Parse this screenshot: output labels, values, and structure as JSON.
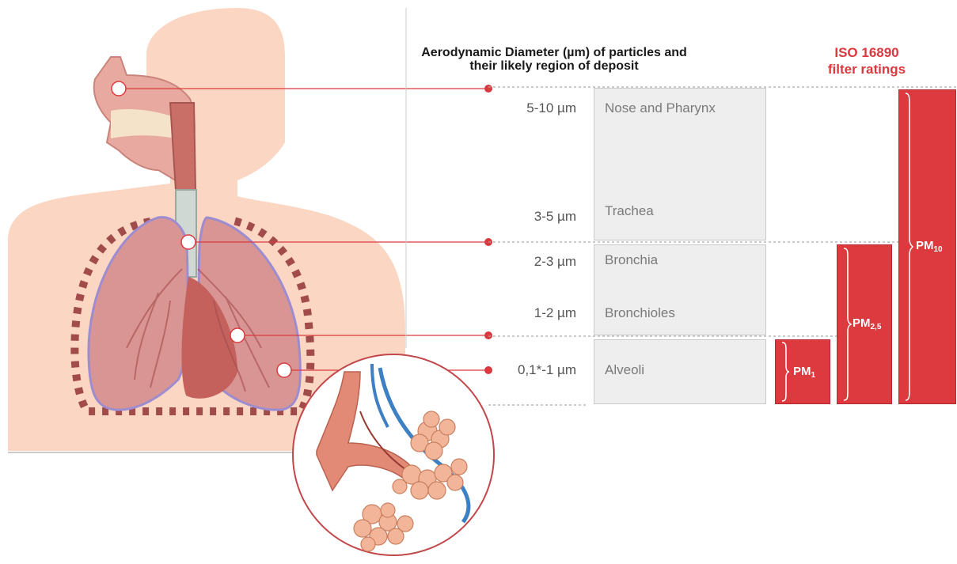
{
  "title": {
    "line1": "Aerodynamic Diameter (µm) of particles and",
    "line2": "their likely region of deposit"
  },
  "iso": {
    "line1": "ISO 16890",
    "line2": "filter ratings"
  },
  "rows": [
    {
      "size": "5-10 µm",
      "region": "Nose and Pharynx"
    },
    {
      "size": "3-5 µm",
      "region": "Trachea"
    },
    {
      "size": "2-3 µm",
      "region": "Bronchia"
    },
    {
      "size": "1-2 µm",
      "region": "Bronchioles"
    },
    {
      "size": "0,1*-1 µm",
      "region": "Alveoli"
    }
  ],
  "pm": [
    {
      "main": "PM",
      "sub": "1"
    },
    {
      "main": "PM",
      "sub": "2,5"
    },
    {
      "main": "PM",
      "sub": "10"
    }
  ],
  "colors": {
    "accent": "#dc3a3f",
    "skin": "#fbd6c3",
    "box": "#eeeeee"
  }
}
